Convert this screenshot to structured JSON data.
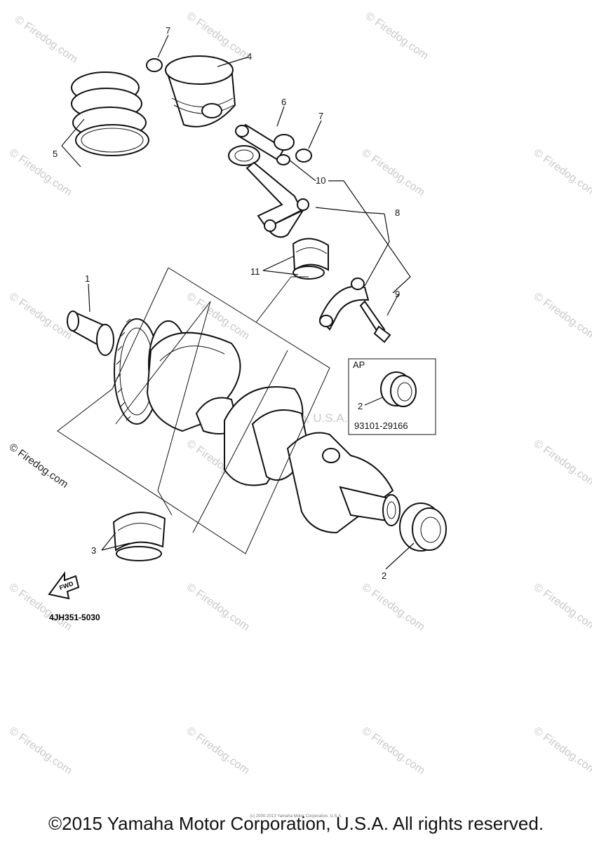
{
  "callouts": {
    "c1": "1",
    "c2a": "2",
    "c2b": "2",
    "c3": "3",
    "c4": "4",
    "c5": "5",
    "c6": "6",
    "c7a": "7",
    "c7b": "7",
    "c8": "8",
    "c9": "9",
    "c10": "10",
    "c11": "11"
  },
  "ap_box": {
    "label": "AP",
    "part_number": "93101-29166"
  },
  "fwd_label": "FWD",
  "diagram_code": "4JH351-5030",
  "watermark": {
    "text": "© Firedog.com",
    "overlay_text": "Yamaha Motor Corp, U.S.A."
  },
  "footer": {
    "copyright": "©2015 Yamaha Motor Corporation, U.S.A. All rights reserved.",
    "tiny_copyright": "(c) 2000-2013 Yamaha Motor Corporation, U.S.A."
  },
  "colors": {
    "line": "#111111",
    "watermark": "#c9c9c9",
    "background": "#ffffff"
  },
  "icons": {
    "fwd": "fwd-arrow-icon"
  }
}
